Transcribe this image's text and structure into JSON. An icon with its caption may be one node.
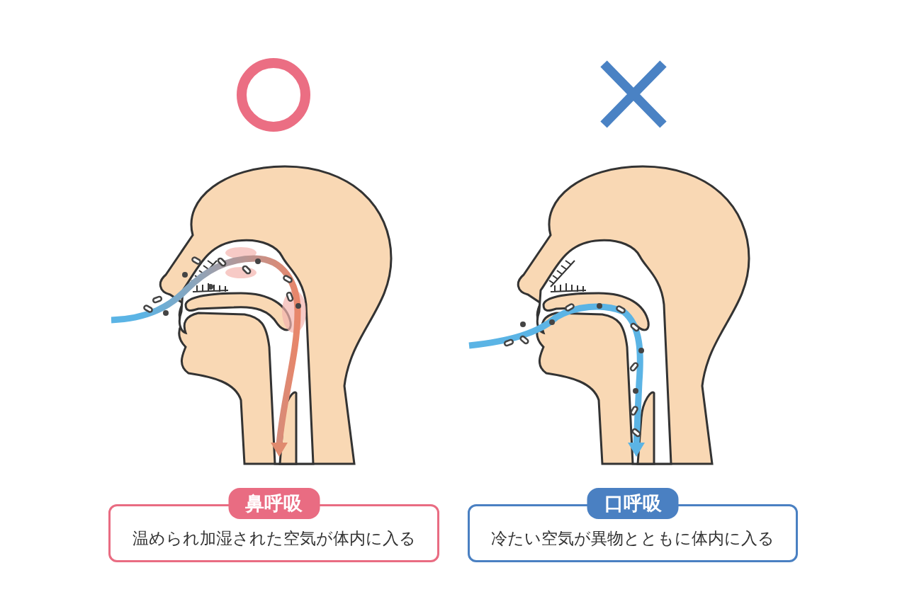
{
  "diagram": {
    "nodes": [
      {
        "text": [
          "鼻呼吸",
          "温められ加湿された空気が体内に入る"
        ]
      },
      {
        "text": [
          "口呼吸",
          "冷たい空気が異物とともに体内に入る"
        ]
      }
    ]
  }
}
